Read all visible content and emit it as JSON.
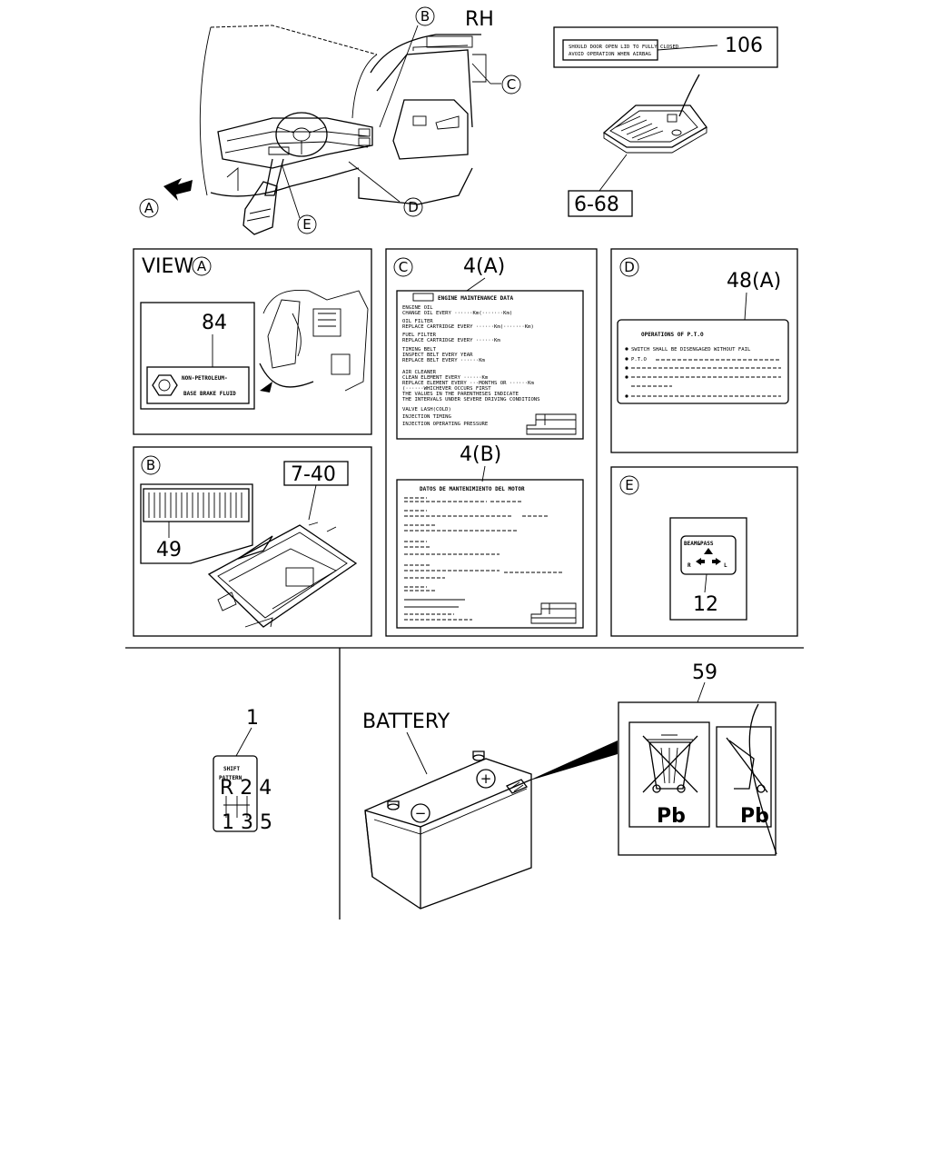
{
  "top_drawing": {
    "rh_label": "RH",
    "callouts": {
      "a": "A",
      "b": "B",
      "c": "C",
      "d": "D",
      "e": "E"
    },
    "part_106": "106",
    "part_6_68": "6-68",
    "label_106_lines": [
      "SHOULD DOOR OPEN LID TO FULLY CLOSED",
      "AVOID OPERATION WHEN AIRBAG"
    ]
  },
  "view_a": {
    "title": "VIEW",
    "marker": "A",
    "part": "84",
    "label_lines": [
      "NON-PETROLEUM-",
      "BASE BRAKE FLUID"
    ]
  },
  "panel_b": {
    "marker": "B",
    "part_49": "49",
    "part_7_40": "7-40"
  },
  "panel_c": {
    "marker": "C",
    "part_4a": "4(A)",
    "part_4b": "4(B)",
    "label_4a": {
      "title": "ENGINE MAINTENANCE DATA",
      "lines": [
        "ENGINE OIL",
        "CHANGE OIL EVERY ······Km(·······Km)",
        "OIL FILTER",
        "REPLACE CARTRIDGE EVERY ······Km(·······Km)",
        "FUEL FILTER",
        "REPLACE CARTRIDGE EVERY ······Km",
        "TIMING BELT",
        "INSPECT BELT EVERY YEAR",
        "REPLACE BELT EVERY ······Km",
        "AIR CLEANER",
        "CLEAN ELEMENT EVERY ······Km",
        "REPLACE ELEMENT EVERY ···MONTHS OR ······Km",
        "(······WHICHEVER OCCURS FIRST",
        "THE VALUES IN THE PARENTHESES INDICATE",
        "THE INTERVALS UNDER SEVERE DRIVING CONDITIONS",
        "VALVE LASH(COLD)",
        "INJECTION TIMING",
        "INJECTION OPERATING PRESSURE"
      ]
    },
    "label_4b": {
      "title": "DATOS DE MANTENIMIENTO DEL MOTOR"
    }
  },
  "panel_d": {
    "marker": "D",
    "part": "48(A)",
    "label_title": "OPERATIONS OF P.T.O",
    "first_line": "SWITCH SHALL BE DISENGAGED WITHOUT FAIL",
    "second_line": "P.T.O"
  },
  "panel_e": {
    "marker": "E",
    "part": "12",
    "switch_title": "BEAM&PASS",
    "r": "R",
    "l": "L"
  },
  "shift": {
    "part": "1",
    "title_1": "SHIFT",
    "title_2": "PATTERN",
    "top_row": "R 2 4",
    "bottom_row": "1 3 5"
  },
  "battery": {
    "label": "BATTERY",
    "part": "59",
    "pb_1": "Pb",
    "pb_2": "Pb",
    "minus": "−",
    "plus": "+"
  }
}
